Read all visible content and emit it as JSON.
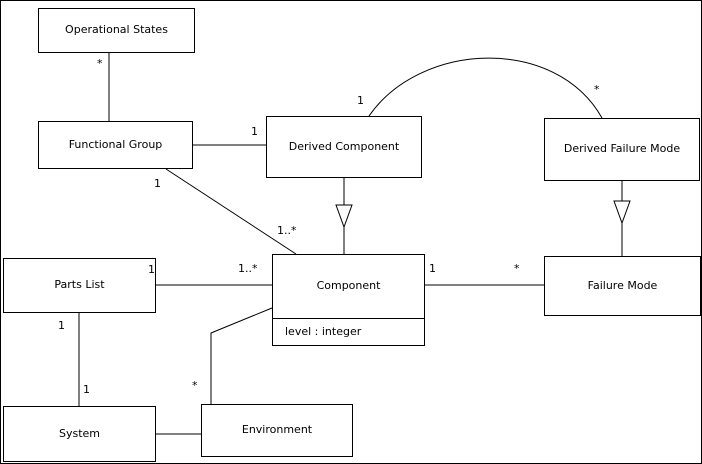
{
  "diagram": {
    "boxes": {
      "operational_states": {
        "label": "Operational States"
      },
      "functional_group": {
        "label": "Functional Group"
      },
      "derived_component": {
        "label": "Derived Component"
      },
      "derived_failure_mode": {
        "label": "Derived Failure Mode"
      },
      "parts_list": {
        "label": "Parts List"
      },
      "component": {
        "label": "Component",
        "attribute": "level : integer"
      },
      "failure_mode": {
        "label": "Failure Mode"
      },
      "system": {
        "label": "System"
      },
      "environment": {
        "label": "Environment"
      }
    },
    "multiplicities": {
      "operational_states_functional_group": "*",
      "functional_group_derived_component": "1",
      "functional_group_component_source": "1",
      "functional_group_component_target": "1..*",
      "derived_component_curve": "1",
      "derived_failure_mode_curve": "*",
      "parts_list_component_source": "1",
      "parts_list_component_target": "1..*",
      "component_failure_mode_source": "1",
      "component_failure_mode_target": "*",
      "parts_list_system_source": "1",
      "parts_list_system_target": "1",
      "environment_component": "*"
    },
    "colors": {
      "line": "#000000",
      "box_fill": "#ffffff",
      "background": "#ffffff"
    }
  }
}
